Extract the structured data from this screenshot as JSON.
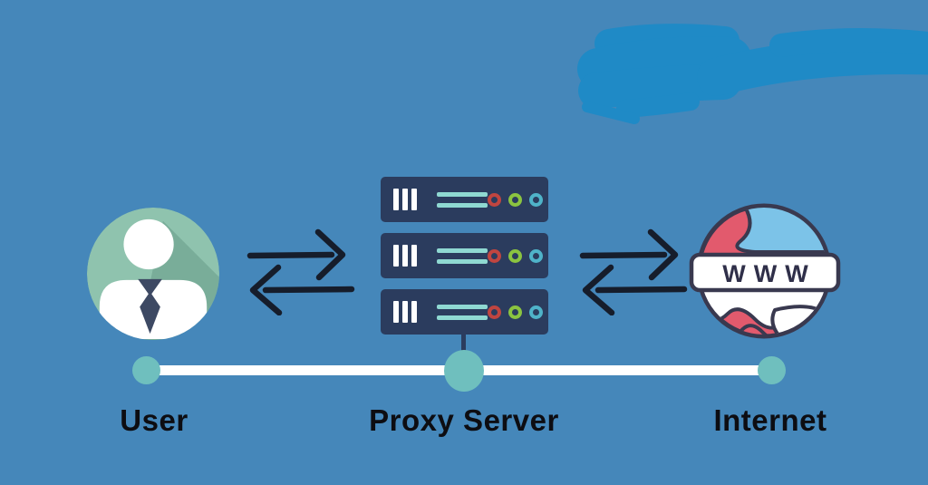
{
  "diagram": {
    "type": "proxy-server-flow",
    "background_color": "#4587BA",
    "scribble_color": "#1F8AC6",
    "arrow_color": "#161D2B",
    "label_color": "#0D0D12",
    "nodes": [
      {
        "id": "user",
        "label": "User",
        "icon": "user-avatar-icon",
        "colors": {
          "circle": "#8FC3AE",
          "shadow": "#79AD99",
          "figure": "#FFFFFF",
          "tie": "#3D4963"
        }
      },
      {
        "id": "proxy-server",
        "label": "Proxy Server",
        "icon": "server-stack-icon",
        "server_count": 3,
        "colors": {
          "rack": "#2B3C5E",
          "bars": "#FFFFFF",
          "lines": "#8FD9D2",
          "led_red": "#C04540",
          "led_green": "#8BC440",
          "led_teal": "#4FB3C9"
        }
      },
      {
        "id": "internet",
        "label": "Internet",
        "icon": "globe-www-icon",
        "globe_text": "WWW",
        "colors": {
          "globe_red": "#E25A6D",
          "land_blue": "#7CC3E8",
          "land_white": "#FFFFFF",
          "outline": "#39394F"
        }
      }
    ],
    "connections": [
      {
        "from": "user",
        "to": "proxy-server",
        "style": "bidirectional-double-arrow"
      },
      {
        "from": "proxy-server",
        "to": "internet",
        "style": "bidirectional-double-arrow"
      }
    ],
    "timeline": {
      "line_color": "#FFFFFF",
      "dot_color": "#6FBFBE",
      "labels": [
        "User",
        "Proxy Server",
        "Internet"
      ]
    }
  }
}
